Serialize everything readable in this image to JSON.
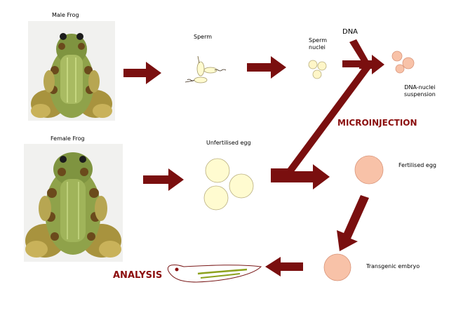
{
  "labels": {
    "male_frog": "Male Frog",
    "female_frog": "Female Frog",
    "sperm": "Sperm",
    "sperm_nuclei": "Sperm\nnuclei",
    "dna": "DNA",
    "dna_nuclei_suspension": "DNA-nuclei\nsuspension",
    "microinjection": "MICROINJECTION",
    "unfertilised_egg": "Unfertilised egg",
    "fertilised_egg": "Fertilised egg",
    "transgenic_embryo": "Transgenic embryo",
    "analysis": "ANALYSIS"
  },
  "colors": {
    "arrow": "#7a0f0f",
    "heading": "#8b0d0d",
    "egg_fill": "#fffbd0",
    "nuclei_fill": "#fff6c8",
    "pink_fill": "#f8c2a8",
    "frog_body": "#8fa24a",
    "frog_spots": "#6b4a1c",
    "tadpole_outline": "#7a1a1a",
    "tadpole_stripe": "#8da21e"
  },
  "icons": [
    "frog-photo",
    "sperm-cells",
    "sperm-nuclei-cells",
    "dna-nuclei-droplets",
    "egg-cells",
    "tadpole-embryo"
  ]
}
